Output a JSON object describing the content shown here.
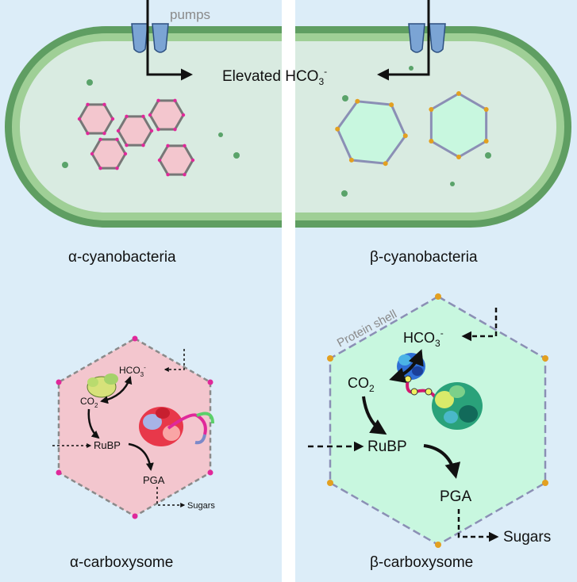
{
  "top": {
    "pumps_label": "pumps",
    "elevated_label": "Elevated HCO",
    "elevated_sub": "3",
    "elevated_sup": "-",
    "alpha_caption": "α-cyanobacteria",
    "beta_caption": "β-cyanobacteria"
  },
  "alpha_box": {
    "hco3": "HCO",
    "hco3_sub": "3",
    "hco3_sup": "-",
    "co2": "CO",
    "co2_sub": "2",
    "rubp": "RuBP",
    "pga": "PGA",
    "sugars": "Sugars",
    "caption": "α-carboxysome"
  },
  "beta_box": {
    "shell_label": "Protein shell",
    "hco3": "HCO",
    "hco3_sub": "3",
    "hco3_sup": "-",
    "co2": "CO",
    "co2_sub": "2",
    "rubp": "RuBP",
    "pga": "PGA",
    "sugars": "Sugars",
    "caption": "β-carboxysome"
  },
  "colors": {
    "panel_bg": "#dcedf8",
    "membrane_outer": "#5f9e62",
    "membrane_inner": "#9fcf96",
    "cytoplasm": "#d9ebe1",
    "alpha_fill": "#f3c6ce",
    "alpha_vertex": "#e0289a",
    "beta_fill": "#c8f7df",
    "beta_vertex": "#e3a020",
    "shell_edge": "#8a8a8a",
    "beta_edge": "#8b8fb5",
    "pump": "#7ba4d4",
    "dot": "#5aa36a"
  }
}
